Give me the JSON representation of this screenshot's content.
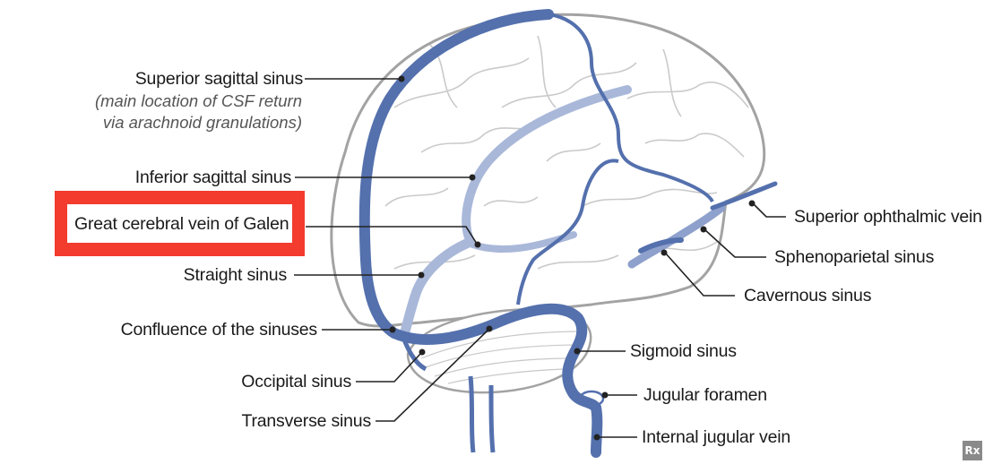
{
  "labels": {
    "superior_sagittal_sinus": "Superior sagittal sinus",
    "superior_sagittal_note": [
      "(main location of CSF return",
      "via arachnoid granulations)"
    ],
    "inferior_sagittal_sinus": "Inferior sagittal sinus",
    "great_cerebral_vein": "Great cerebral vein of Galen",
    "straight_sinus": "Straight sinus",
    "confluence": "Confluence of the sinuses",
    "occipital_sinus": "Occipital sinus",
    "transverse_sinus": "Transverse sinus",
    "superior_ophthalmic_vein": "Superior ophthalmic vein",
    "sphenoparietal_sinus": "Sphenoparietal sinus",
    "cavernous_sinus": "Cavernous sinus",
    "sigmoid_sinus": "Sigmoid sinus",
    "jugular_foramen": "Jugular foramen",
    "internal_jugular_vein": "Internal jugular vein"
  },
  "highlight": {
    "target": "Great cerebral vein of Galen",
    "color": "#f33b2e"
  },
  "colors": {
    "sinus": "#5470ad",
    "sinus_light": "#a9b8d9",
    "brain_outline": "#9a9a9a",
    "gyri": "#c4c4c4"
  },
  "logo": "Rx"
}
